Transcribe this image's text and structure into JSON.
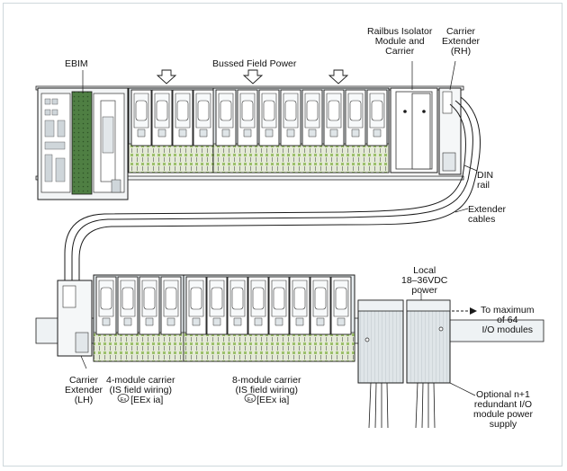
{
  "labels": {
    "ebim": "EBIM",
    "bussed_field_power": "Bussed Field Power",
    "railbus_isolator": [
      "Railbus Isolator",
      "Module and",
      "Carrier"
    ],
    "carrier_extender_rh": [
      "Carrier",
      "Extender",
      "(RH)"
    ],
    "din_rail": [
      "DIN",
      "rail"
    ],
    "extender_cables": [
      "Extender",
      "cables"
    ],
    "local_power": [
      "Local",
      "18–36VDC",
      "power"
    ],
    "to_maximum": [
      "To maximum",
      "of 64",
      "I/O modules"
    ],
    "carrier_extender_lh": [
      "Carrier",
      "Extender",
      "(LH)"
    ],
    "four_module_carrier": [
      "4-module carrier",
      "(IS field wiring)",
      "[EEx ia]"
    ],
    "eight_module_carrier": [
      "8-module carrier",
      "(IS field wiring)",
      "[EEx ia]"
    ],
    "optional_supply": [
      "Optional n+1",
      "redundant I/O",
      "module power",
      "supply"
    ],
    "ex_mark": "Ex"
  },
  "colors": {
    "line": "#1a1a1a",
    "module_fill": "#ffffff",
    "carrier_fill": "#e6ecef",
    "terminal_fill": "#d9e2c8",
    "terminal_accent": "#8fb860",
    "pcb_green": "#4a7a3f",
    "psu_fill": "#dde3e6"
  },
  "icons": [
    "down-arrow-icon",
    "ex-symbol-icon",
    "dashed-arrow-icon"
  ]
}
